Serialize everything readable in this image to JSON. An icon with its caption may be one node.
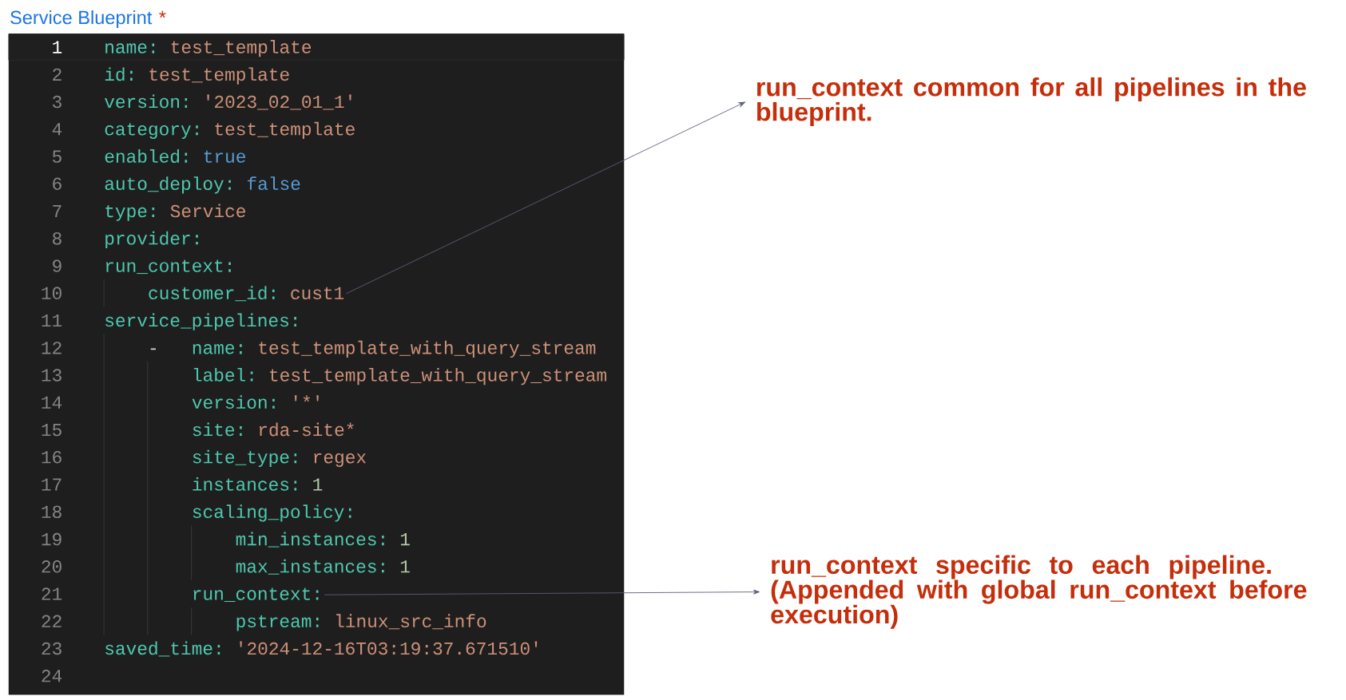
{
  "diagram": {
    "nodes": [
      {
        "text": [
          "run_context common for all pipelines in the blueprint."
        ]
      },
      {
        "text": [
          "run_context specific to each pipeline. (Appended with global run_context before execution)"
        ]
      },
      {
        "text": [
          "customer_id:",
          "cust1"
        ]
      },
      {
        "text": [
          "run_context:"
        ]
      }
    ],
    "edges": [
      {
        "from": 2,
        "to": 0,
        "arrow": "to"
      },
      {
        "from": 3,
        "to": 1,
        "arrow": "to"
      }
    ],
    "labels": [
      "Service Blueprint",
      "*",
      "1",
      "name:",
      "test_template",
      "2",
      "id:",
      "test_template",
      "3",
      "version:",
      "'2023_02_01_1'",
      "4",
      "category:",
      "test_template",
      "5",
      "enabled:",
      "true",
      "6",
      "auto_deploy:",
      "false",
      "7",
      "type:",
      "Service",
      "8",
      "provider:",
      "9",
      "run_context:",
      "10",
      "11",
      "service_pipelines:",
      "12",
      "-",
      "name:",
      "test_template_with_query_stream",
      "13",
      "label:",
      "test_template_with_query_stream",
      "14",
      "version:",
      "'*'",
      "15",
      "site:",
      "rda-site*",
      "16",
      "site_type:",
      "regex",
      "17",
      "instances:",
      "1",
      "18",
      "scaling_policy:",
      "19",
      "min_instances:",
      "1",
      "20",
      "max_instances:",
      "1",
      "21",
      "22",
      "pstream:",
      "linux_src_info",
      "23",
      "saved_time:",
      "'2024-12-16T03:19:37.671510'",
      "24"
    ]
  }
}
